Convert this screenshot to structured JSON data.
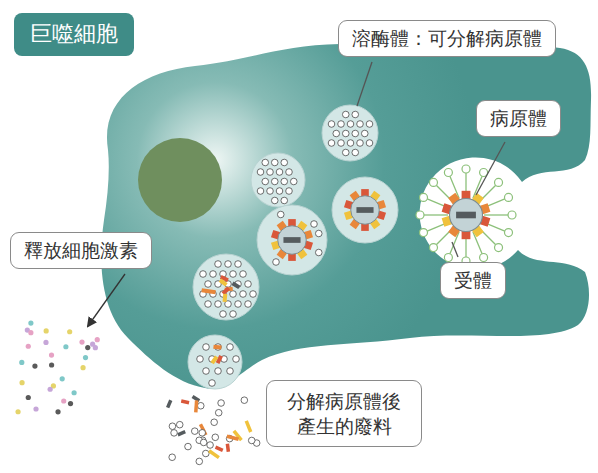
{
  "diagram": {
    "title": "巨噬細胞",
    "nodes": [
      {
        "text": [
          "溶酶體：可分解病原體"
        ]
      },
      {
        "text": [
          "病原體"
        ]
      },
      {
        "text": [
          "受體"
        ]
      },
      {
        "text": [
          "釋放細胞激素"
        ]
      },
      {
        "text": [
          "分解病原體後 產生的廢料"
        ]
      }
    ]
  }
}
